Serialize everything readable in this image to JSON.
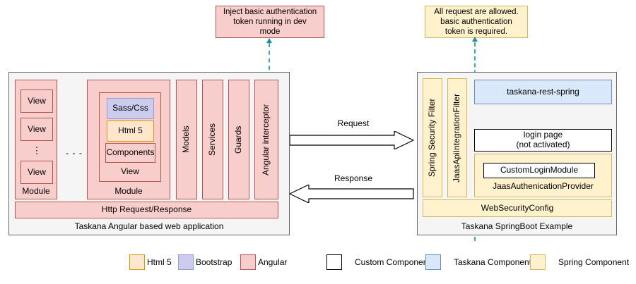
{
  "callouts": [
    {
      "id": "left-callout",
      "text": "Inject basic authentication token running in dev mode",
      "style": "angular"
    },
    {
      "id": "right-callout",
      "text": "All request are allowed. basic authentication token is required.",
      "style": "spring"
    }
  ],
  "callout_lines": {
    "left": [
      "Inject basic authentication",
      "token running in dev",
      "mode"
    ],
    "right": [
      "All request are allowed.",
      "basic authentication",
      "token is required."
    ]
  },
  "left_panel": {
    "caption": "Taskana Angular based web application",
    "module_a": {
      "label": "Module",
      "views": [
        "View",
        "View",
        "View"
      ],
      "ellipsis": "⋮"
    },
    "between_modules": "- - -",
    "module_b": {
      "label": "Module",
      "view_label": "View",
      "items": [
        {
          "label": "Sass/Css",
          "style": "bootstrap"
        },
        {
          "label": "Html 5",
          "style": "html5"
        },
        {
          "label": "Components",
          "style": "angular"
        }
      ]
    },
    "columns": [
      "Models",
      "Services",
      "Guards",
      "Angular interceptor"
    ],
    "http_bar": "Http Request/Response"
  },
  "arrows": {
    "request": "Request",
    "response": "Response"
  },
  "right_panel": {
    "caption": "Taskana SpringBoot Example",
    "filters": [
      "Spring Security Filter",
      "JaasApiIntegrationFilter"
    ],
    "rest": "taskana-rest-spring",
    "login_page_lines": [
      "login page",
      "(not activated)"
    ],
    "provider": {
      "label": "JaasAuthenicationProvider",
      "inner": "CustomLoginModule"
    },
    "web_security_config": "WebSecurityConfig"
  },
  "legend": {
    "group_left": [
      {
        "label": "Html 5",
        "style": "html5"
      },
      {
        "label": "Bootstrap",
        "style": "bootstrap"
      },
      {
        "label": "Angular",
        "style": "angular"
      }
    ],
    "group_right": [
      {
        "label": "Custom Component",
        "style": "custom"
      },
      {
        "label": "Taskana Component",
        "style": "taskana"
      },
      {
        "label": "Spring Component",
        "style": "spring"
      }
    ]
  },
  "colors": {
    "angular_fill": "#f8cecc",
    "angular_stroke": "#b85450",
    "html5_fill": "#ffe6cc",
    "html5_stroke": "#d79b00",
    "bootstrap_fill": "#ccccee",
    "bootstrap_stroke": "#9999cc",
    "spring_fill": "#fff2cc",
    "spring_stroke": "#d6b656",
    "taskana_fill": "#dae8fc",
    "taskana_stroke": "#6c8ebf",
    "custom_fill": "#ffffff",
    "custom_stroke": "#000000",
    "panel_fill": "#f5f5f5",
    "panel_stroke": "#666666",
    "dash_teal": "#18a0a8"
  }
}
